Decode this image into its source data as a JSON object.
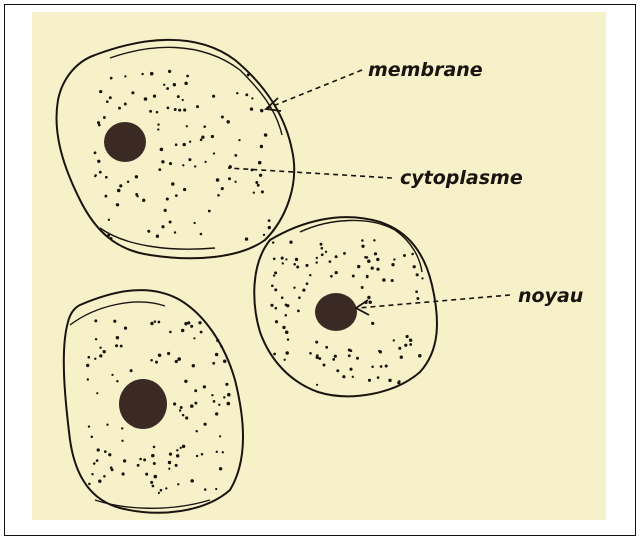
{
  "diagram": {
    "labels": {
      "membrane": "membrane",
      "cytoplasm": "cytoplasme",
      "nucleus": "noyau"
    },
    "cells": [
      {
        "name": "cell-top-left"
      },
      {
        "name": "cell-right"
      },
      {
        "name": "cell-bottom-left"
      }
    ]
  },
  "colors": {
    "paper": "#f6f1c8",
    "ink": "#1a1410",
    "nucleus": "#3b2a24"
  }
}
